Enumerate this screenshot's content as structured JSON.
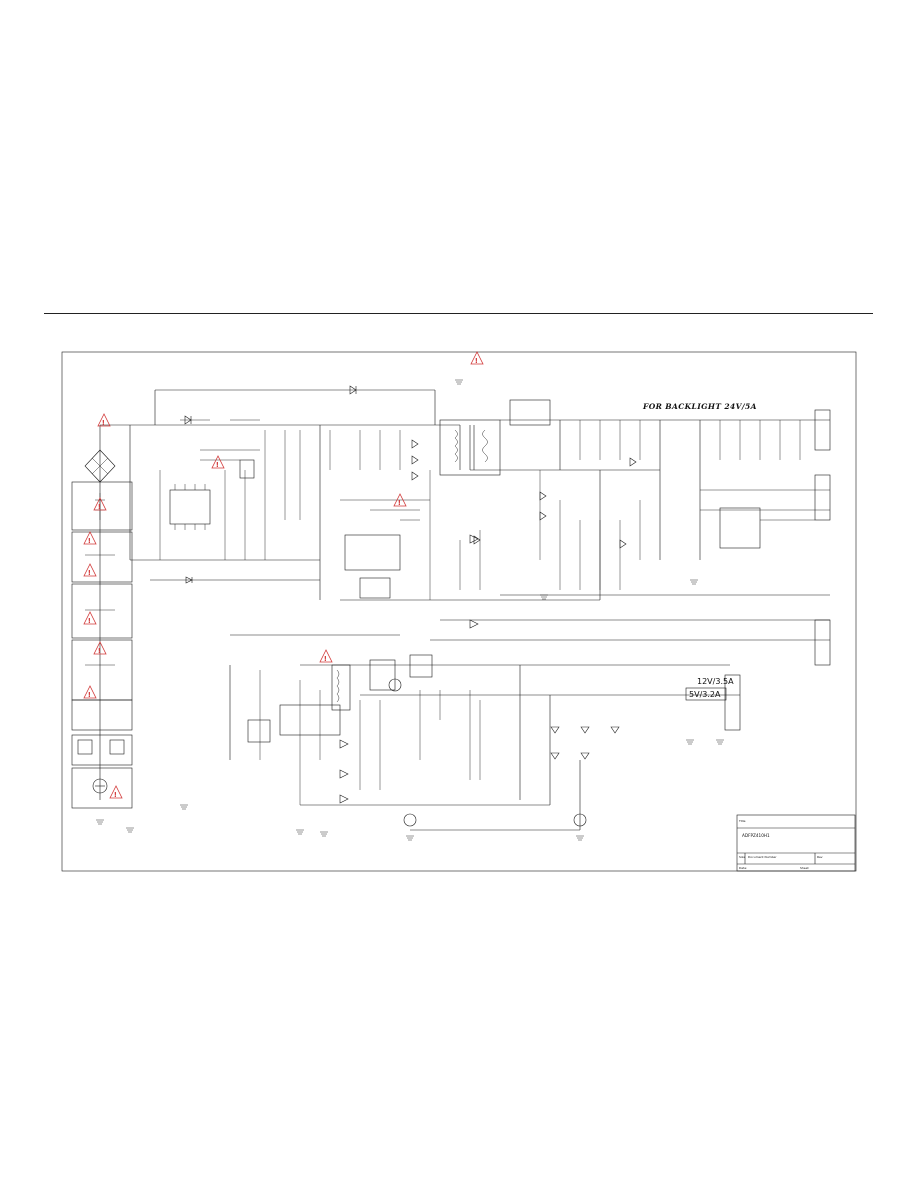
{
  "headline": "FOR BACKLIGHT 24V/5A",
  "rail_12v": "12V/3.5A",
  "rail_5v": "5V/3.2A",
  "title_block": {
    "title_label": "Title",
    "title_value": "ADFPZ410H1",
    "size_label": "Size",
    "doc_label": "Document Number",
    "rev_label": "Rev",
    "date_label": "Date:",
    "sheet_label": "Sheet"
  }
}
